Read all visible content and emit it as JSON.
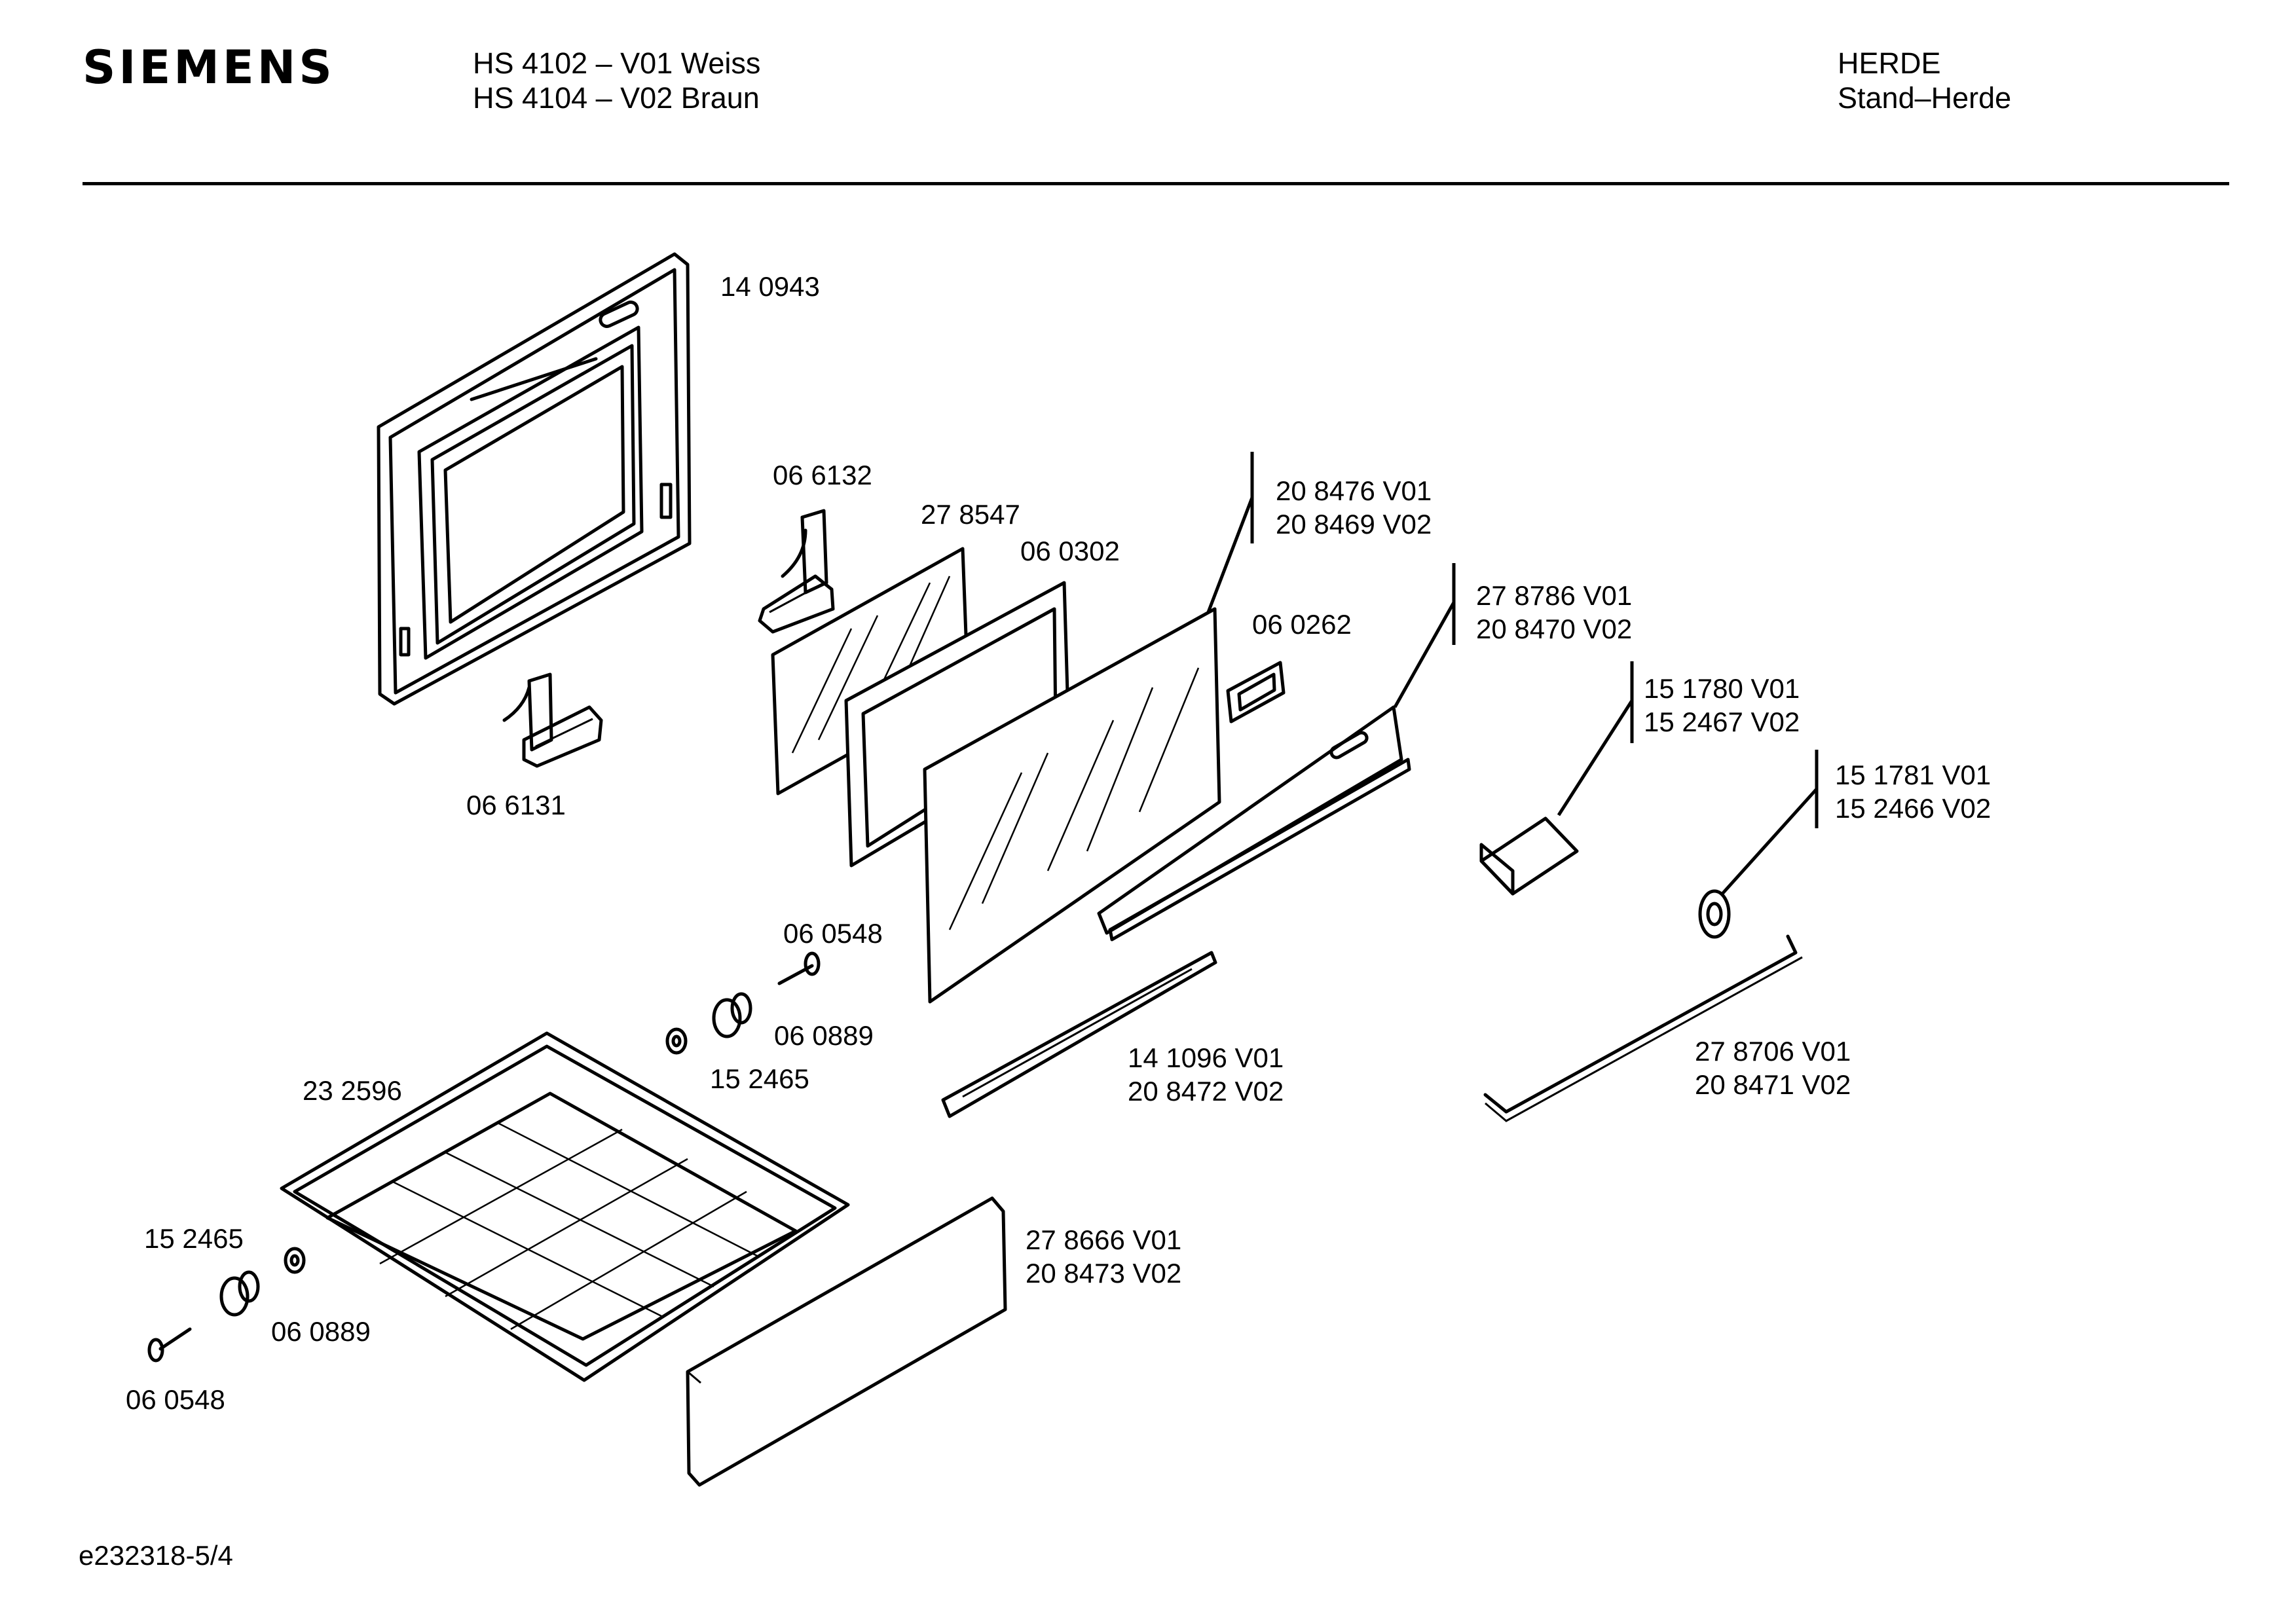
{
  "brand": "SIEMENS",
  "header": {
    "models": [
      "HS 4102 – V01 Weiss",
      "HS 4104 – V02 Braun"
    ],
    "category": [
      "HERDE",
      "Stand–Herde"
    ]
  },
  "doc_id": "e232318-5/4",
  "parts": [
    {
      "id": "p1",
      "lines": [
        "14 0943"
      ]
    },
    {
      "id": "p2",
      "lines": [
        "06 6132"
      ]
    },
    {
      "id": "p3",
      "lines": [
        "27 8547"
      ]
    },
    {
      "id": "p4",
      "lines": [
        "06 0302"
      ]
    },
    {
      "id": "p5",
      "lines": [
        "20 8476 V01",
        "20 8469 V02"
      ]
    },
    {
      "id": "p6",
      "lines": [
        "06 0262"
      ]
    },
    {
      "id": "p7",
      "lines": [
        "27 8786 V01",
        "20 8470 V02"
      ]
    },
    {
      "id": "p8",
      "lines": [
        "15 1780 V01",
        "15 2467 V02"
      ]
    },
    {
      "id": "p9",
      "lines": [
        "15 1781 V01",
        "15 2466 V02"
      ]
    },
    {
      "id": "p10",
      "lines": [
        "06 6131"
      ]
    },
    {
      "id": "p11",
      "lines": [
        "06 0548"
      ]
    },
    {
      "id": "p12",
      "lines": [
        "06 0889"
      ]
    },
    {
      "id": "p13",
      "lines": [
        "15 2465"
      ]
    },
    {
      "id": "p14",
      "lines": [
        "14 1096 V01",
        "20 8472 V02"
      ]
    },
    {
      "id": "p15",
      "lines": [
        "27 8706 V01",
        "20 8471 V02"
      ]
    },
    {
      "id": "p16",
      "lines": [
        "23 2596"
      ]
    },
    {
      "id": "p17",
      "lines": [
        "15 2465"
      ]
    },
    {
      "id": "p18",
      "lines": [
        "27 8666 V01",
        "20 8473 V02"
      ]
    },
    {
      "id": "p19",
      "lines": [
        "06 0889"
      ]
    },
    {
      "id": "p20",
      "lines": [
        "06 0548"
      ]
    }
  ]
}
